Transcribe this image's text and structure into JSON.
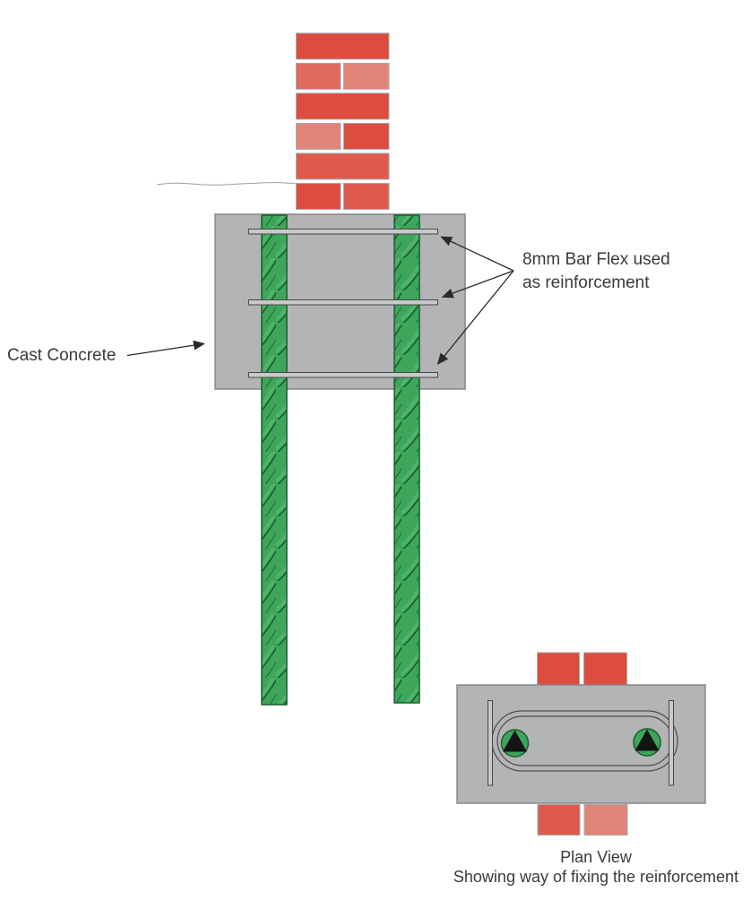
{
  "diagram": {
    "labels": {
      "cast_concrete": "Cast Concrete",
      "bar_flex_line1": "8mm Bar Flex used",
      "bar_flex_line2": "as reinforcement"
    },
    "caption": {
      "title": "Plan View",
      "subtitle": "Showing way of fixing the reinforcement"
    },
    "components": {
      "section_view": "Brick wall over cast concrete pad with two twisted Bar Flex reinforcement rods and three horizontal 8mm bars",
      "plan_view": "Concrete pad with looped bar fixing and two rod cross-sections"
    }
  },
  "colors": {
    "background": "#ffffff",
    "brick_red": "#dc4c3f",
    "brick_salmon": "#e06a5e",
    "brick_light": "#e28579",
    "brick_med": "#de5a4d",
    "brick_stroke": "#a8aaac",
    "concrete_gray": "#b2b4b6",
    "concrete_border": "#85878a",
    "bar_fill": "#c7c9cb",
    "bar_border": "#474849",
    "rope_green": "#3da65a",
    "rope_green_light": "#5cbd76",
    "rope_dark": "#1d5c2e",
    "loop_stroke": "#4b4d4f",
    "line_color": "#2a2a2a",
    "ground_line": "#9b9d9f",
    "triangle_black": "#141414",
    "text_color": "#3b3b3b"
  }
}
